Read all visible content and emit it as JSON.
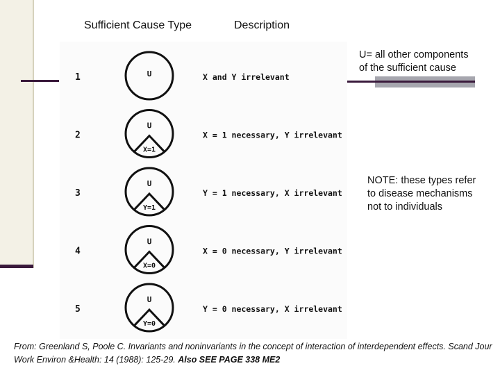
{
  "headers": {
    "type": "Sufficient Cause Type",
    "description": "Description"
  },
  "notes": {
    "u_line1": "U= all other components",
    "u_line2": "of the sufficient cause",
    "note_line1": "NOTE: these types refer",
    "note_line2": "to disease mechanisms",
    "note_line3": "not to individuals"
  },
  "rows": [
    {
      "num": "1",
      "top": "U",
      "bottom": "",
      "desc": "X and Y irrelevant"
    },
    {
      "num": "2",
      "top": "U",
      "bottom": "X=1",
      "desc": "X = 1 necessary, Y irrelevant"
    },
    {
      "num": "3",
      "top": "U",
      "bottom": "Y=1",
      "desc": "Y = 1 necessary, X irrelevant"
    },
    {
      "num": "4",
      "top": "U",
      "bottom": "X=0",
      "desc": "X = 0 necessary, Y irrelevant"
    },
    {
      "num": "5",
      "top": "U",
      "bottom": "Y=0",
      "desc": "Y = 0 necessary, X irrelevant"
    }
  ],
  "footer": {
    "citation": "From: Greenland S,  Poole C. Invariants and noninvariants in the concept of interaction of interdependent effects. Scand Jour Work Environ &Health: 14 (1988): 125-29.",
    "extra": "Also SEE PAGE 338 ME2"
  },
  "colors": {
    "accent_dark": "#3a1a3c",
    "accent_grey": "#a6a6ae",
    "side_panel": "#f3f1e6"
  }
}
